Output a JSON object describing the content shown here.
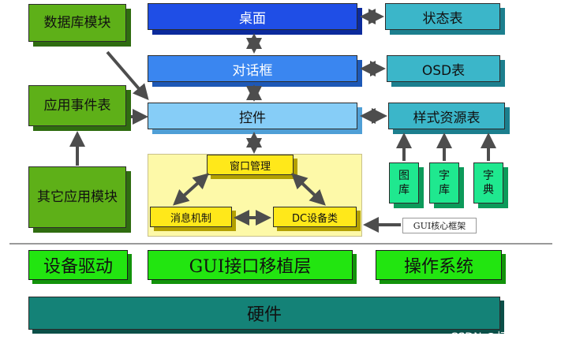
{
  "nodes": {
    "database_module": "数据库模块",
    "app_event_table": "应用事件表",
    "other_app_module": "其它应用模块",
    "desktop": "桌面",
    "dialog": "对话框",
    "control": "控件",
    "status_table": "状态表",
    "osd_table": "OSD表",
    "style_resource_table": "样式资源表",
    "image_lib": "图\n库",
    "font_lib": "字\n库",
    "dictionary": "字\n典",
    "window_management": "窗口管理",
    "message_mechanism": "消息机制",
    "dc_device_class": "DC设备类",
    "gui_core_framework": "GUI核心框架"
  },
  "layers": {
    "device_driver": "设备驱动",
    "gui_port_layer": "GUI接口移植层",
    "operating_system": "操作系统",
    "hardware": "硬件"
  },
  "watermark": "CSDN @打酱油的；"
}
